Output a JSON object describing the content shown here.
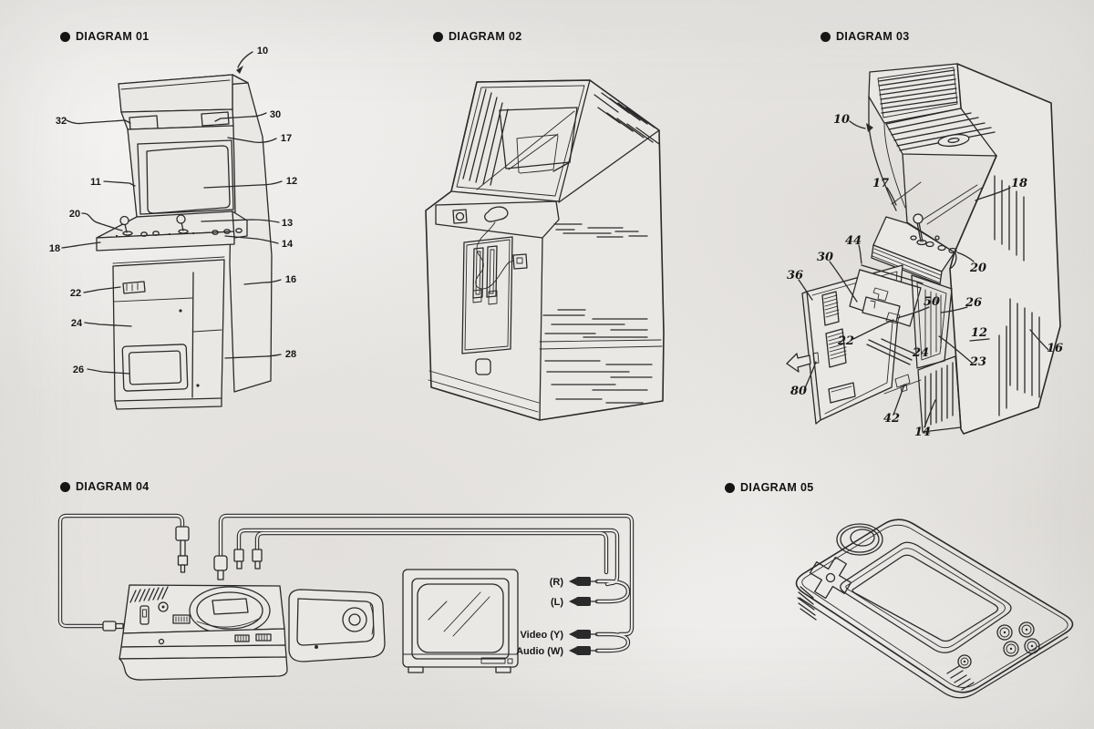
{
  "sheet": {
    "paper_color": "#e9e7e4",
    "ink_color": "#2a2a2a",
    "icons": {
      "bullet": "filled-circle",
      "pointer_arrow": "curved-arrow",
      "door_swing_arrow": "hollow-left-arrow"
    }
  },
  "diagrams": {
    "d1": {
      "title": "DIAGRAM 01",
      "refs": [
        "10",
        "32",
        "30",
        "17",
        "11",
        "12",
        "20",
        "13",
        "18",
        "14",
        "22",
        "16",
        "24",
        "28",
        "26"
      ]
    },
    "d2": {
      "title": "DIAGRAM 02"
    },
    "d3": {
      "title": "DIAGRAM 03",
      "refs": [
        "10",
        "17",
        "18",
        "44",
        "30",
        "36",
        "20",
        "50",
        "26",
        "22",
        "12",
        "16",
        "24",
        "23",
        "80",
        "42",
        "14"
      ],
      "underlined_ref": "12"
    },
    "d4": {
      "title": "DIAGRAM 04",
      "connector_labels": [
        "(R)",
        "(L)",
        "Video (Y)",
        "Audio (W)"
      ]
    },
    "d5": {
      "title": "DIAGRAM 05"
    }
  }
}
